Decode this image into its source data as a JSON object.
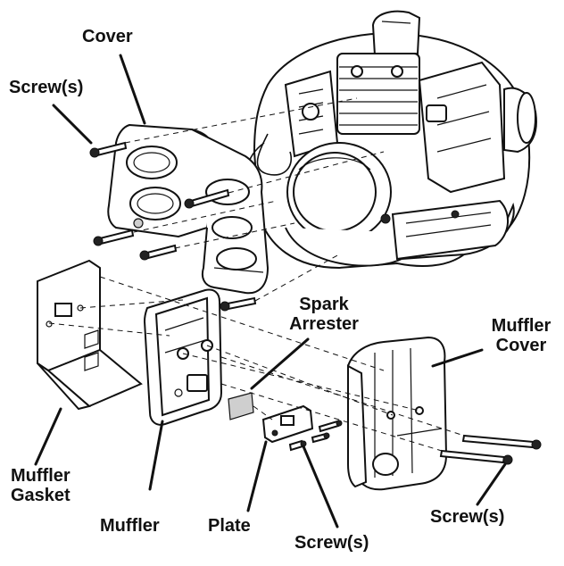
{
  "labels": {
    "cover": "Cover",
    "screws_top_left": "Screw(s)",
    "spark_arrester_line1": "Spark",
    "spark_arrester_line2": "Arrester",
    "muffler_cover_line1": "Muffler",
    "muffler_cover_line2": "Cover",
    "muffler_gasket_line1": "Muffler",
    "muffler_gasket_line2": "Gasket",
    "muffler": "Muffler",
    "plate": "Plate",
    "screws_bottom_center": "Screw(s)",
    "screws_bottom_right": "Screw(s)"
  }
}
